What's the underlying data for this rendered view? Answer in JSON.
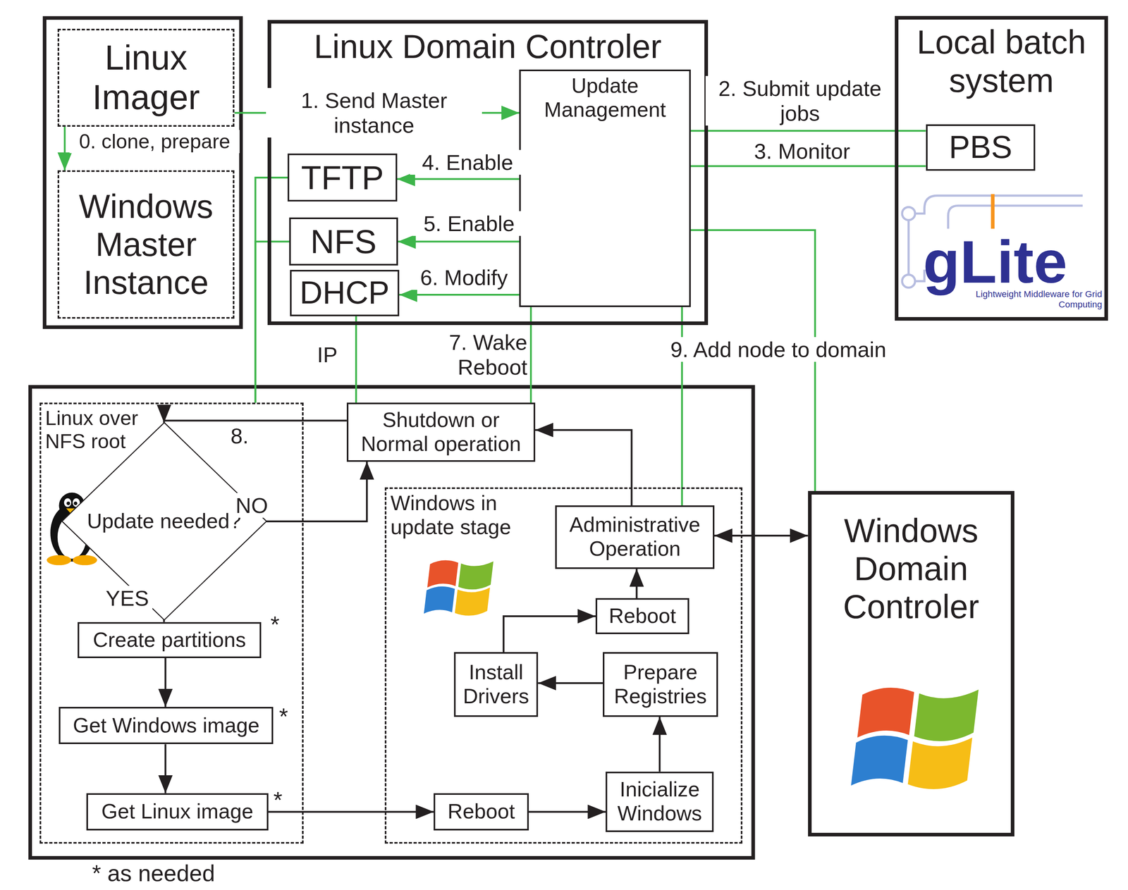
{
  "diagram": {
    "nodes": [
      {
        "text": [
          "Linux Imager"
        ]
      },
      {
        "text": [
          "Windows Master Instance"
        ]
      },
      {
        "text": [
          "Linux Domain Controler"
        ]
      },
      {
        "text": [
          "Update Management"
        ],
        "in": 2
      },
      {
        "text": [
          "TFTP"
        ],
        "in": 2
      },
      {
        "text": [
          "NFS"
        ],
        "in": 2
      },
      {
        "text": [
          "DHCP"
        ],
        "in": 2
      },
      {
        "text": [
          "Local batch system"
        ]
      },
      {
        "text": [
          "PBS"
        ],
        "in": 7
      },
      {
        "text": [
          "Linux over NFS root"
        ]
      },
      {
        "text": [
          "Update needed?"
        ],
        "in": 9
      },
      {
        "text": [
          "Create partitions"
        ],
        "in": 9
      },
      {
        "text": [
          "Get Windows image"
        ],
        "in": 9
      },
      {
        "text": [
          "Get Linux image"
        ],
        "in": 9
      },
      {
        "text": [
          "Shutdown or Normal operation"
        ]
      },
      {
        "text": [
          "Windows in update stage"
        ]
      },
      {
        "text": [
          "Administrative Operation"
        ],
        "in": 15
      },
      {
        "text": [
          "Reboot"
        ],
        "in": 15
      },
      {
        "text": [
          "Install Drivers"
        ],
        "in": 15
      },
      {
        "text": [
          "Prepare Registries"
        ],
        "in": 15
      },
      {
        "text": [
          "Reboot"
        ],
        "in": 15
      },
      {
        "text": [
          "Inicialize Windows"
        ],
        "in": 15
      },
      {
        "text": [
          "Windows Domain Controler"
        ]
      }
    ],
    "edges": [
      {
        "from": 0,
        "to": 1,
        "label": "0. clone, prepare",
        "arrow": "to"
      },
      {
        "from": 0,
        "to": 3,
        "label": "1. Send Master instance",
        "arrow": "to"
      },
      {
        "from": 3,
        "to": 8,
        "label": "2. Submit update jobs",
        "arrow": "none"
      },
      {
        "from": 3,
        "to": 8,
        "label": "3. Monitor",
        "arrow": "none"
      },
      {
        "from": 3,
        "to": 4,
        "label": "4. Enable",
        "arrow": "to"
      },
      {
        "from": 3,
        "to": 5,
        "label": "5. Enable",
        "arrow": "to"
      },
      {
        "from": 3,
        "to": 6,
        "label": "6. Modify",
        "arrow": "to"
      },
      {
        "from": 4,
        "to": 9,
        "arrow": "none"
      },
      {
        "from": 5,
        "to": 9,
        "arrow": "none"
      },
      {
        "from": 6,
        "to": 14,
        "label": "IP",
        "arrow": "none"
      },
      {
        "from": 3,
        "to": 14,
        "label": "7. Wake Reboot",
        "arrow": "none"
      },
      {
        "from": 14,
        "to": 10,
        "label": "8.",
        "arrow": "to"
      },
      {
        "from": 3,
        "to": 16,
        "label": "9. Add node to domain",
        "arrow": "none"
      },
      {
        "from": 3,
        "to": 22,
        "arrow": "none"
      },
      {
        "from": 10,
        "to": 14,
        "label": "NO",
        "arrow": "to"
      },
      {
        "from": 10,
        "to": 11,
        "label": "YES",
        "arrow": "to"
      },
      {
        "from": 11,
        "to": 12,
        "arrow": "to"
      },
      {
        "from": 12,
        "to": 13,
        "arrow": "to"
      },
      {
        "from": 13,
        "to": 20,
        "arrow": "to"
      },
      {
        "from": 20,
        "to": 21,
        "arrow": "to"
      },
      {
        "from": 21,
        "to": 19,
        "arrow": "to"
      },
      {
        "from": 19,
        "to": 18,
        "arrow": "to"
      },
      {
        "from": 18,
        "to": 17,
        "arrow": "to"
      },
      {
        "from": 17,
        "to": 16,
        "arrow": "to"
      },
      {
        "from": 16,
        "to": 14,
        "arrow": "to"
      },
      {
        "from": 16,
        "to": 22,
        "arrow": "both"
      }
    ],
    "labels": [
      "gLite",
      "Lightweight Middleware for Grid Computing",
      "*",
      "*",
      "*",
      "* as needed"
    ]
  }
}
